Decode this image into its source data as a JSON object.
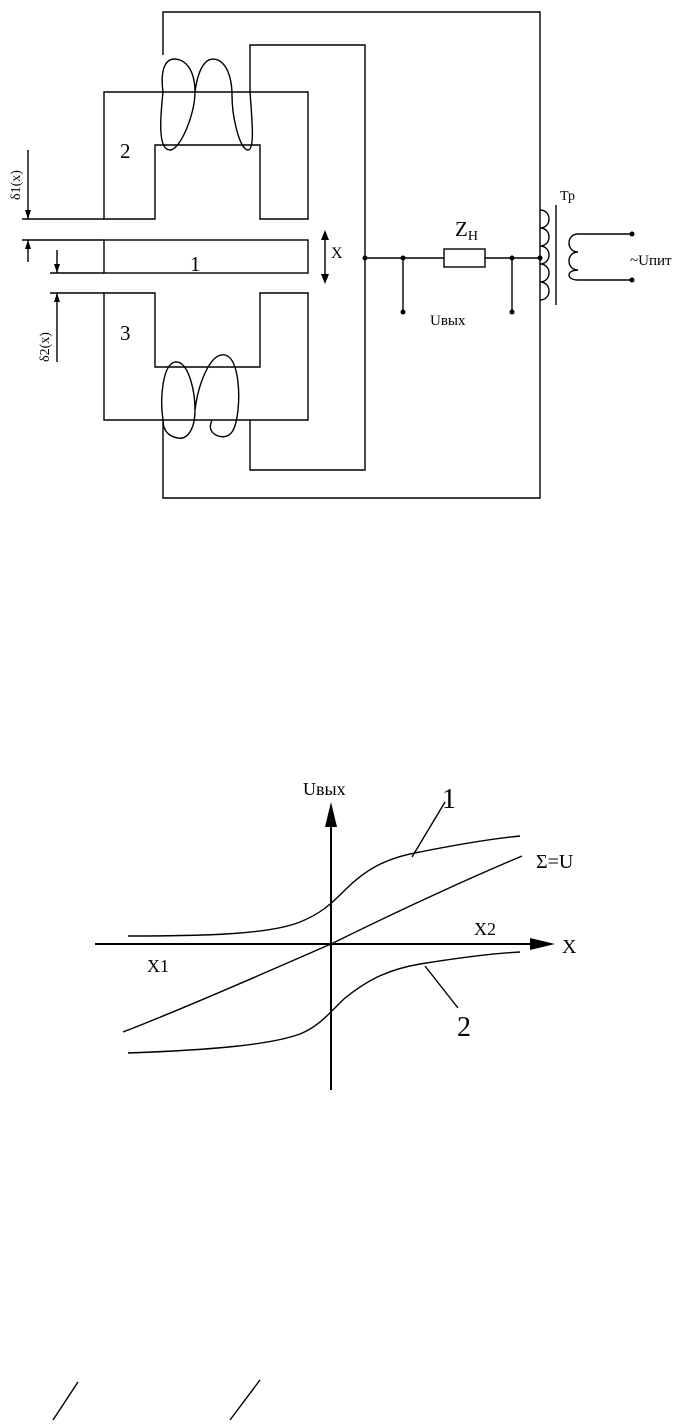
{
  "colors": {
    "ink": "#000000",
    "background": "#ffffff"
  },
  "schematic": {
    "labels": {
      "core_1": "1",
      "core_2": "2",
      "core_3": "3",
      "gap_1": "δ1(x)",
      "gap_2": "δ2(x)",
      "displacement": "X",
      "impedance": "Z",
      "impedance_sub": "Н",
      "output": "Uвых",
      "transformer": "Тр",
      "supply": "~Uпит"
    }
  },
  "graph": {
    "labels": {
      "y_axis": "Uвых",
      "x_axis": "X",
      "x1": "X1",
      "x2": "X2",
      "curve_1": "1",
      "curve_2": "2",
      "sum": "Σ=U"
    }
  }
}
